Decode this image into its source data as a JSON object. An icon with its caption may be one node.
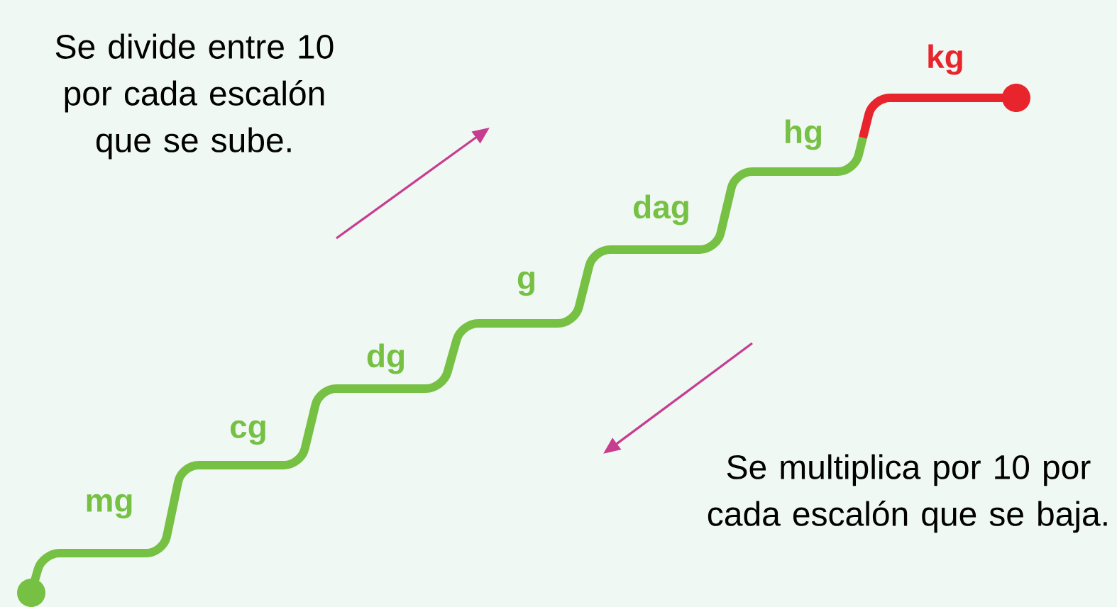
{
  "diagram": {
    "labels": [
      "Se divide entre 10 por cada escalón que se sube.",
      "kg",
      "hg",
      "dag",
      "g",
      "dg",
      "cg",
      "mg",
      "Se multiplica por 10 por cada escalón que se baja."
    ]
  }
}
